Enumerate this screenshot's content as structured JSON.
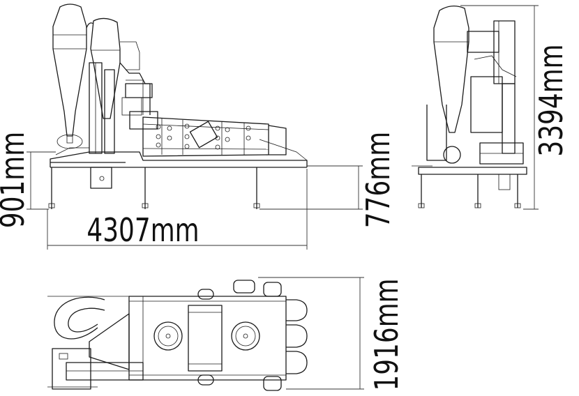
{
  "dimensions": {
    "overall_length": "4307mm",
    "inlet_height": "901mm",
    "outlet_height": "776mm",
    "overall_height": "3394mm",
    "overall_width": "1916mm"
  }
}
